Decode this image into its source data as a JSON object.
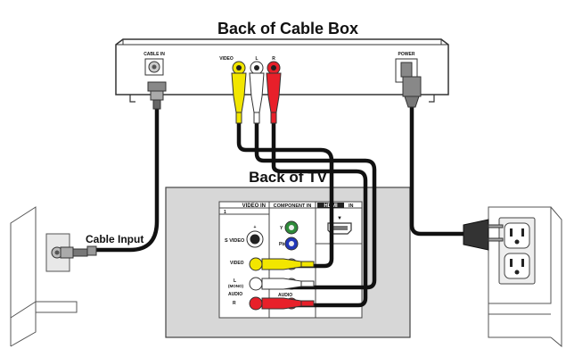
{
  "titles": {
    "cable_box": "Back of Cable Box",
    "tv": "Back of TV",
    "cable_input": "Cable Input"
  },
  "cable_box": {
    "cable_in_label": "CABLE IN",
    "video_label": "VIDEO",
    "l_label": "L",
    "r_label": "R",
    "power_label": "POWER"
  },
  "tv_panel": {
    "video_in_header": "VIDEO IN",
    "video_in_number": "1",
    "component_in_header": "COMPONENT IN",
    "hdmi_logo": "HDMI",
    "hdmi_in": "IN",
    "s_video_label": "S VIDEO",
    "video_label": "VIDEO",
    "l_label": "L",
    "mono_label": "(MONO)",
    "audio_label": "AUDIO",
    "r_label": "R",
    "y_label": "Y",
    "pb_label": "Pb",
    "audio_label_2": "AUDIO"
  },
  "colors": {
    "video_plug": "#f2e600",
    "left_audio_plug": "#ffffff",
    "right_audio_plug": "#e8202a",
    "tv_panel_bg": "#d7d7d7",
    "cable": "#111111"
  }
}
